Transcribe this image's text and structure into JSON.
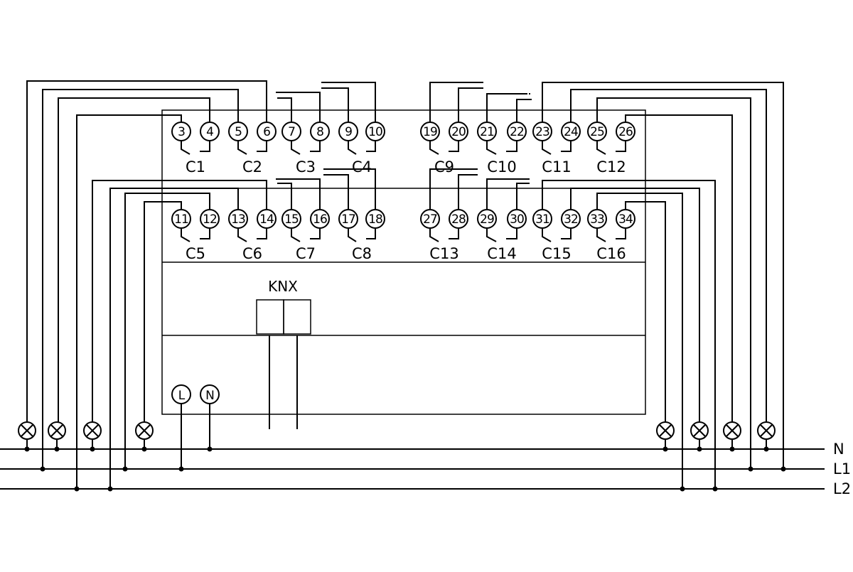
{
  "terminals_top": [
    "3",
    "4",
    "5",
    "6",
    "7",
    "8",
    "9",
    "10",
    "19",
    "20",
    "21",
    "22",
    "23",
    "24",
    "25",
    "26"
  ],
  "terminals_bottom": [
    "11",
    "12",
    "13",
    "14",
    "15",
    "16",
    "17",
    "18",
    "27",
    "28",
    "29",
    "30",
    "31",
    "32",
    "33",
    "34"
  ],
  "channels_top": [
    "C1",
    "C2",
    "C3",
    "C4",
    "C9",
    "C10",
    "C11",
    "C12"
  ],
  "channels_bottom": [
    "C5",
    "C6",
    "C7",
    "C8",
    "C13",
    "C14",
    "C15",
    "C16"
  ],
  "knx_label": "KNX",
  "supply_terminals": [
    "L",
    "N"
  ],
  "bus_lines": [
    "N",
    "L1",
    "L2"
  ],
  "lamp_count": 8,
  "colors": {
    "line": "#000000",
    "background": "#ffffff"
  }
}
